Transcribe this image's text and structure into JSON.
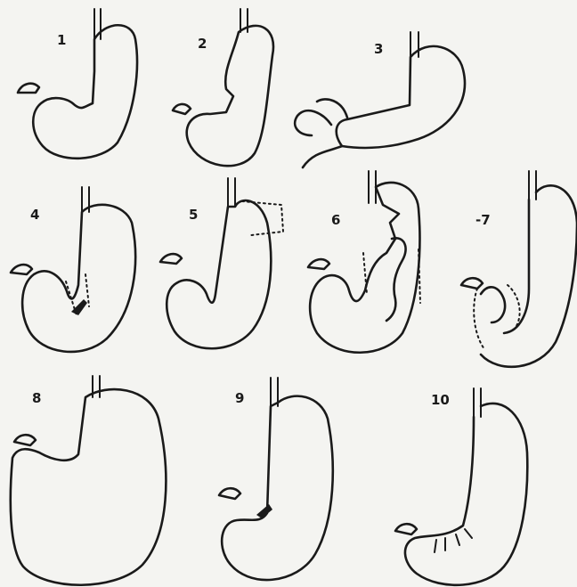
{
  "figure": {
    "panels": [
      {
        "label": "1",
        "shape": "stomach"
      },
      {
        "label": "2",
        "shape": "stomach"
      },
      {
        "label": "3",
        "shape": "stomach"
      },
      {
        "label": "4",
        "shape": "stomach"
      },
      {
        "label": "5",
        "shape": "stomach"
      },
      {
        "label": "6",
        "shape": "stomach"
      },
      {
        "label": "-7",
        "shape": "stomach"
      },
      {
        "label": "8",
        "shape": "stomach"
      },
      {
        "label": "9",
        "shape": "stomach"
      },
      {
        "label": "10",
        "shape": "stomach"
      }
    ]
  }
}
